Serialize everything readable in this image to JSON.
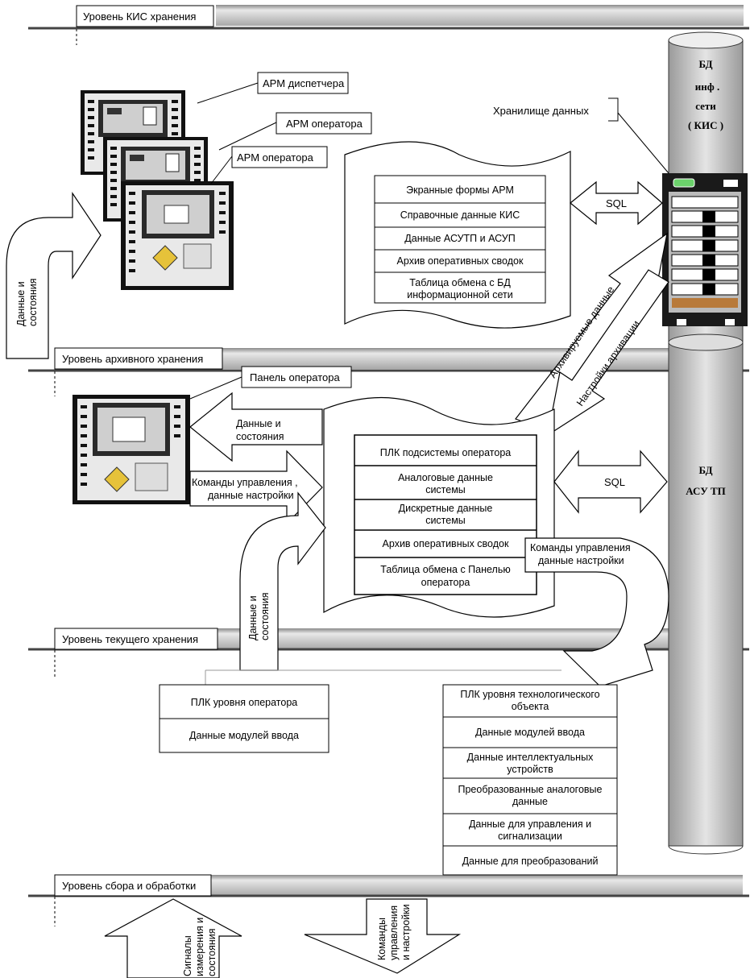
{
  "levels": {
    "kis": "Уровень КИС хранения",
    "archive": "Уровень архивного хранения",
    "current": "Уровень текущего хранения",
    "collect": "Уровень сбора и обработки"
  },
  "workstations": {
    "dispatcher": "АРМ диспетчера",
    "operator1": "АРМ оператора",
    "operator2": "АРМ оператора",
    "panel": "Панель оператора"
  },
  "storage_label": "Хранилище данных",
  "db_kis": {
    "line1": "БД",
    "line2": "инф .",
    "line3": "сети",
    "line4": "( КИС )"
  },
  "db_asutp": {
    "line1": "БД",
    "line2": "АСУ ТП"
  },
  "arrows": {
    "data_states_top_l1": "Данные и",
    "data_states_top_l2": "состояния",
    "sql_top": "SQL",
    "archived": "Архивируемые данные",
    "archive_settings": "Настройки архивации",
    "panel_data_l1": "Данные и",
    "panel_data_l2": "состояния",
    "panel_cmd_l1": "Команды управления ,",
    "panel_cmd_l2": "данные настройки",
    "sql_mid": "SQL",
    "curve_data_l1": "Данные и",
    "curve_data_l2": "состояния",
    "cmd_right_l1": "Команды управления",
    "cmd_right_l2": "данные настройки",
    "bottom_left_l1": "Сигналы",
    "bottom_left_l2": "измерения и",
    "bottom_left_l3": "состояния",
    "bottom_right_l1": "Команды",
    "bottom_right_l2": "управления",
    "bottom_right_l3": "и настройки"
  },
  "kis_table": {
    "rows": [
      {
        "l1": "Экранные формы АРМ",
        "l2": ""
      },
      {
        "l1": "Справочные данные КИС",
        "l2": ""
      },
      {
        "l1": "Данные АСУТП и АСУП",
        "l2": ""
      },
      {
        "l1": "Архив оперативных сводок",
        "l2": ""
      },
      {
        "l1": "Таблица обмена с БД",
        "l2": "информационной сети"
      }
    ]
  },
  "plc_op_subsystem": {
    "rows": [
      {
        "l1": "ПЛК подсистемы оператора",
        "l2": ""
      },
      {
        "l1": "Аналоговые данные",
        "l2": "системы"
      },
      {
        "l1": "Дискретные данные",
        "l2": "системы"
      },
      {
        "l1": "Архив оперативных сводок",
        "l2": ""
      },
      {
        "l1": "Таблица обмена с Панелью",
        "l2": "оператора"
      }
    ]
  },
  "plc_op_level": {
    "rows": [
      {
        "l1": "ПЛК уровня оператора",
        "l2": ""
      },
      {
        "l1": "Данные модулей ввода",
        "l2": ""
      }
    ]
  },
  "plc_tech": {
    "rows": [
      {
        "l1": "ПЛК уровня технологического",
        "l2": "объекта"
      },
      {
        "l1": "Данные модулей ввода",
        "l2": ""
      },
      {
        "l1": "Данные интеллектуальных",
        "l2": "устройств"
      },
      {
        "l1": "Преобразованные аналоговые",
        "l2": "данные"
      },
      {
        "l1": "Данные для управления и",
        "l2": "сигнализации"
      },
      {
        "l1": "Данные для преобразований",
        "l2": ""
      }
    ]
  },
  "colors": {
    "band": "#d4d4d4",
    "db": "#cccccc",
    "line": "#000000"
  }
}
